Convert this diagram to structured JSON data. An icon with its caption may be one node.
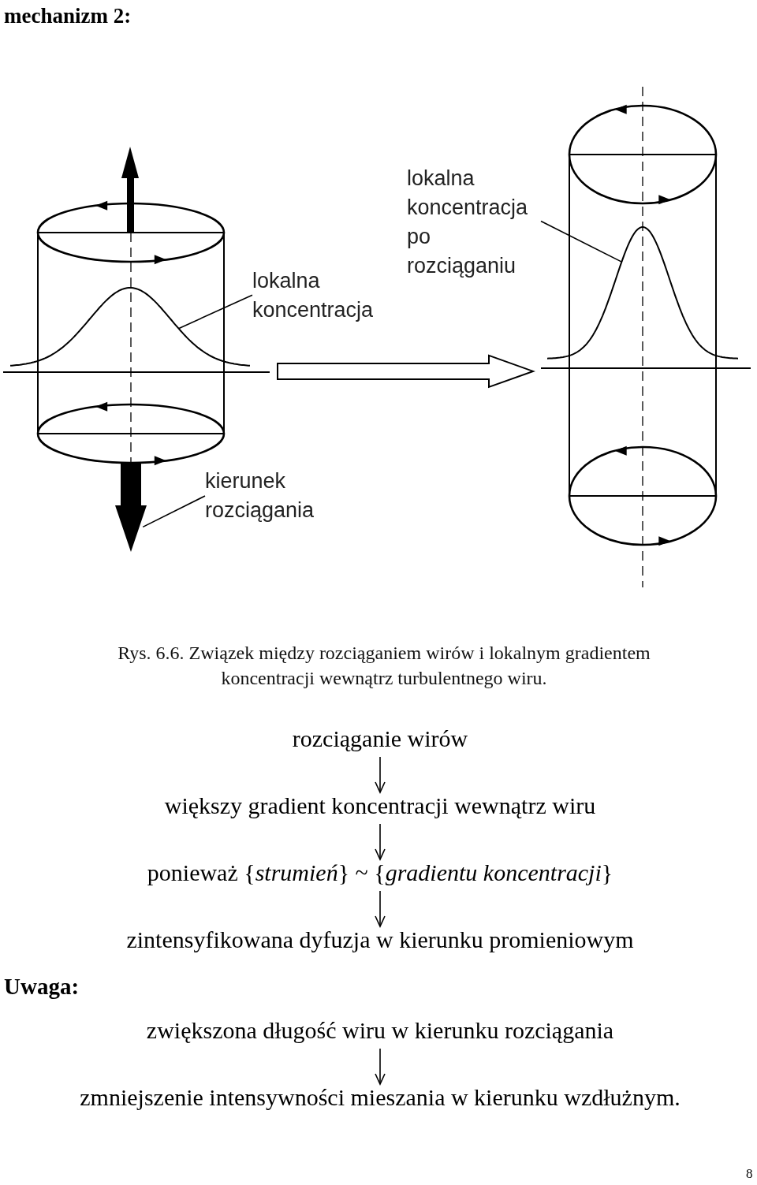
{
  "diagram": {
    "title": "mechanizm 2:",
    "caption": "Rys. 6.6. Związek między rozciąganiem wirów i lokalnym gradientem koncentracji wewnątrz turbulentnego wiru.",
    "nodes": [
      {
        "text": [],
        "shape": "cylinder"
      },
      {
        "text": [],
        "shape": "curve",
        "in": 0
      },
      {
        "text": [
          "lokalna koncentracja"
        ]
      },
      {
        "text": [
          "lokalna koncentracja po rozciąganiu"
        ]
      },
      {
        "text": [],
        "shape": "cylinder"
      },
      {
        "text": [],
        "shape": "curve",
        "in": 4
      },
      {
        "text": [
          "kierunek rozciągania"
        ]
      },
      {
        "text": [],
        "shape": "arrow"
      },
      {
        "text": [
          "rozciąganie wirów"
        ]
      },
      {
        "text": [
          "większy gradient koncentracji wewnątrz wiru"
        ]
      },
      {
        "text": [
          "ponieważ {*strumień*} ~ {*gradientu koncentracji*}"
        ]
      },
      {
        "text": [
          "zintensyfikowana dyfuzja w kierunku promieniowym"
        ]
      },
      {
        "text": [
          "zwiększona długość wiru w kierunku rozciągania"
        ]
      },
      {
        "text": [
          "zmniejszenie intensywności mieszania w kierunku wzdłużnym."
        ]
      }
    ],
    "edges": [
      {
        "from": 2,
        "to": 1,
        "arrow": "none"
      },
      {
        "from": 3,
        "to": 5,
        "arrow": "none"
      },
      {
        "from": 6,
        "to": 7,
        "arrow": "none"
      },
      {
        "from": 0,
        "to": 4,
        "arrow": "to"
      },
      {
        "from": 8,
        "to": 9,
        "arrow": "to"
      },
      {
        "from": 9,
        "to": 10,
        "arrow": "to"
      },
      {
        "from": 10,
        "to": 11,
        "arrow": "to"
      },
      {
        "from": 12,
        "to": 13,
        "arrow": "to"
      }
    ],
    "labels": [
      "Uwaga:",
      "8"
    ]
  }
}
